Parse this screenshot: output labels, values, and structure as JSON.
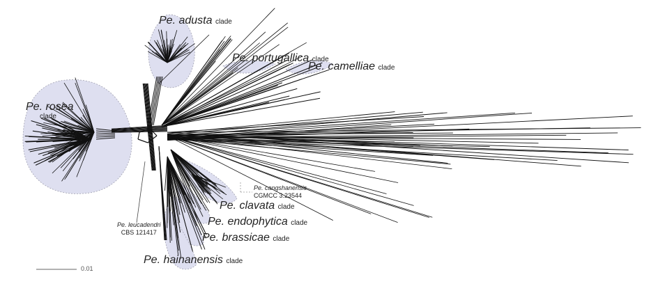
{
  "figure": {
    "background": "#ffffff",
    "clade_fill": "#dedff0",
    "clade_stroke": "#a0a0b0",
    "branch_color": "#111111"
  },
  "clades": [
    {
      "id": "adusta",
      "species": "Pe. adusta",
      "suffix": "clade"
    },
    {
      "id": "rosea",
      "species": "Pe. rosea",
      "suffix": "clade"
    },
    {
      "id": "portugallica",
      "species": "Pe. portugallica",
      "suffix": "clade"
    },
    {
      "id": "camelliae",
      "species": "Pe. camelliae",
      "suffix": "clade"
    },
    {
      "id": "clavata",
      "species": "Pe. clavata",
      "suffix": "clade"
    },
    {
      "id": "endophytica",
      "species": "Pe. endophytica",
      "suffix": "clade"
    },
    {
      "id": "brassicae",
      "species": "Pe. brassicae",
      "suffix": "clade"
    },
    {
      "id": "hainanensis",
      "species": "Pe. hainanensis",
      "suffix": "clade"
    }
  ],
  "strains": [
    {
      "id": "cangshanensis",
      "species": "Pe. cangshanensis",
      "code": "CGMCC 3.23544"
    },
    {
      "id": "leucadendri",
      "species": "Pe. leucadendri",
      "code": "CBS 121417"
    }
  ],
  "scale_bar": {
    "label": "0.01"
  }
}
